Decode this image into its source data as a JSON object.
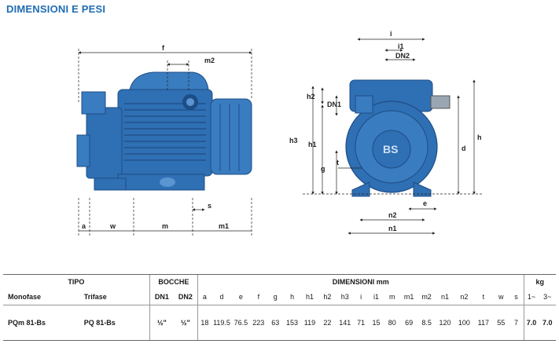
{
  "title": "DIMENSIONI E PESI",
  "colors": {
    "title": "#1f6db4",
    "pump_body": "#2f6fb3",
    "pump_dark": "#1d4d86",
    "pump_light": "#5b95d1"
  },
  "side_view_labels": {
    "f": "f",
    "m2": "m2",
    "s": "s",
    "a": "a",
    "w": "w",
    "m": "m",
    "m1": "m1"
  },
  "front_view_labels": {
    "i": "i",
    "i1": "i1",
    "dn2": "DN2",
    "h2": "h2",
    "dn1": "DN1",
    "h3": "h3",
    "h1": "h1",
    "g": "g",
    "t": "t",
    "d": "d",
    "h": "h",
    "e": "e",
    "n2": "n2",
    "n1": "n1"
  },
  "logo_text": "BS",
  "table": {
    "tipo": "TIPO",
    "bocche": "BOCCHE",
    "dimensioni": "DIMENSIONI mm",
    "kg": "kg",
    "col_monofase": "Monofase",
    "col_trifase": "Trifase",
    "col_dn1": "DN1",
    "col_dn2": "DN2",
    "dim_headers": [
      "a",
      "d",
      "e",
      "f",
      "g",
      "h",
      "h1",
      "h2",
      "h3",
      "i",
      "i1",
      "m",
      "m1",
      "m2",
      "n1",
      "n2",
      "t",
      "w",
      "s"
    ],
    "kg_headers": [
      "1~",
      "3~"
    ],
    "row": {
      "monofase": "PQm 81-Bs",
      "trifase": "PQ 81-Bs",
      "dn1": "½\"",
      "dn2": "½\"",
      "dims": [
        "18",
        "119.5",
        "76.5",
        "223",
        "63",
        "153",
        "119",
        "22",
        "141",
        "71",
        "15",
        "80",
        "69",
        "8.5",
        "120",
        "100",
        "117",
        "55",
        "7"
      ],
      "kg": [
        "7.0",
        "7.0"
      ]
    }
  }
}
